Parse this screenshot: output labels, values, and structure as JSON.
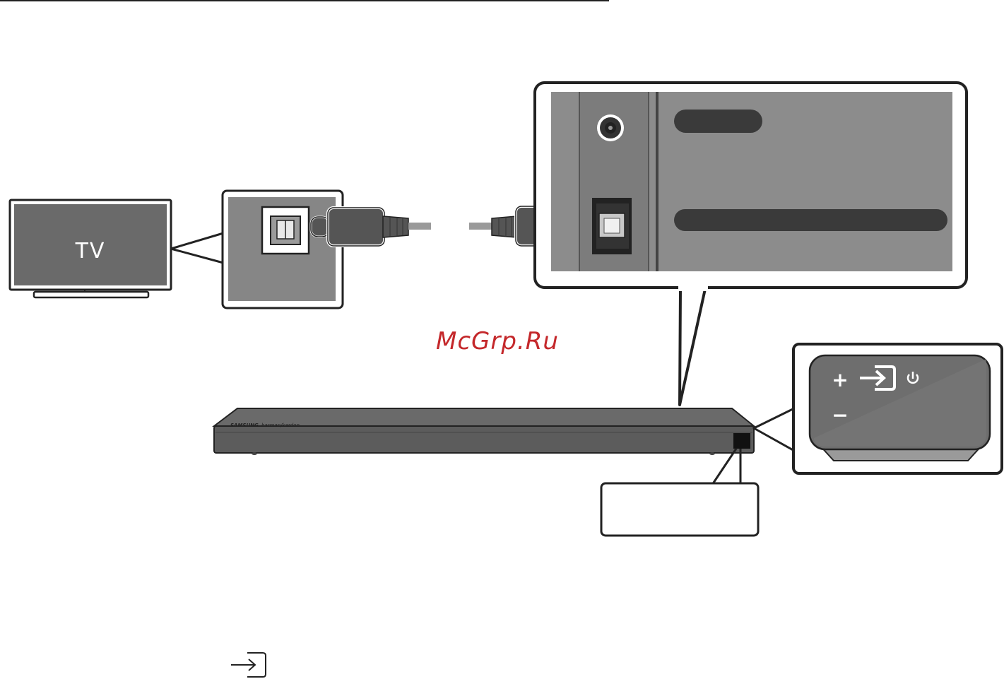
{
  "tv": {
    "label": "TV"
  },
  "watermark": {
    "text": "McGrp.Ru"
  },
  "soundbar": {
    "brand_left": "SAMSUNG",
    "brand_right": "harman/kardon"
  },
  "control_panel": {
    "plus": "+",
    "minus": "−"
  },
  "icons": [
    "tv-icon",
    "optical-port-icon",
    "optical-cable-icon",
    "source-icon",
    "power-icon",
    "source-icon-small"
  ],
  "colors": {
    "line": "#222222",
    "panel_gray": "#8a8a8a",
    "dark_gray": "#4a4a4a",
    "watermark": "#c4282b"
  }
}
